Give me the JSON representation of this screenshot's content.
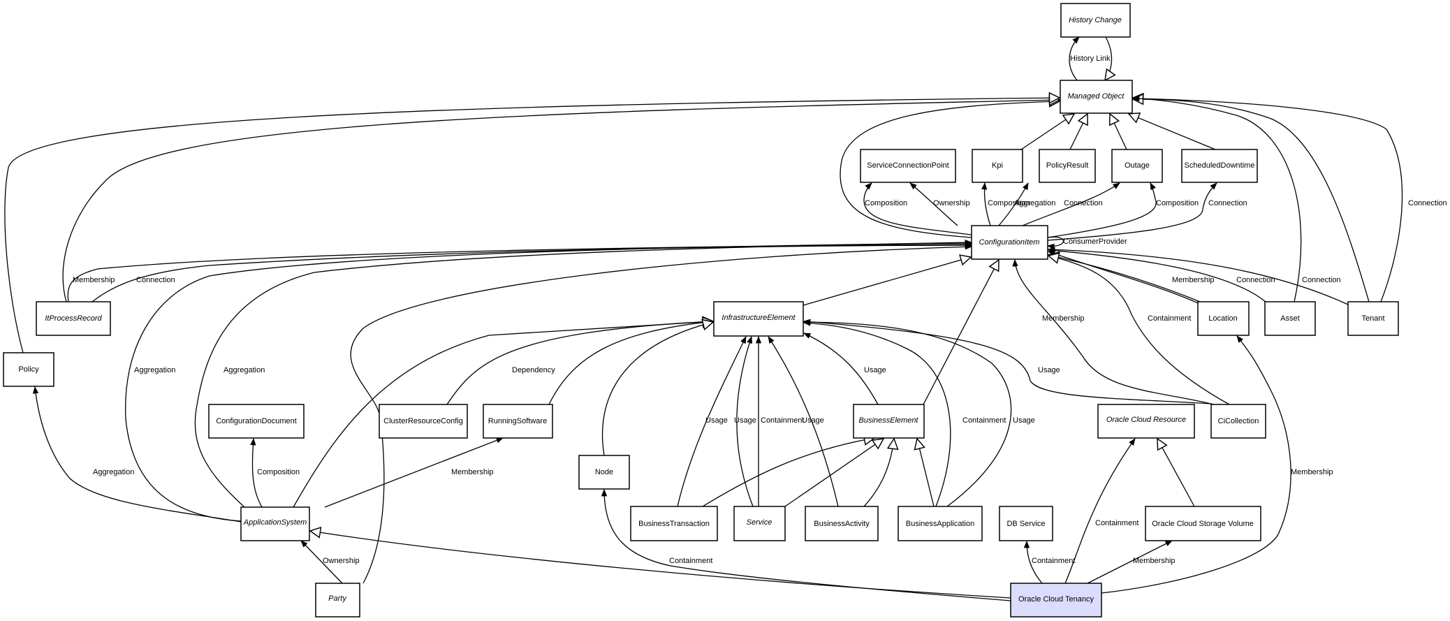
{
  "diagram": {
    "nodes": [
      {
        "id": "history_change",
        "label": "History Change",
        "abstract": true
      },
      {
        "id": "managed_object",
        "label": "Managed Object",
        "abstract": true
      },
      {
        "id": "service_connection_point",
        "label": "ServiceConnectionPoint",
        "abstract": false
      },
      {
        "id": "kpi",
        "label": "Kpi",
        "abstract": false
      },
      {
        "id": "policy_result",
        "label": "PolicyResult",
        "abstract": false
      },
      {
        "id": "outage",
        "label": "Outage",
        "abstract": false
      },
      {
        "id": "scheduled_downtime",
        "label": "ScheduledDowntime",
        "abstract": false
      },
      {
        "id": "configuration_item",
        "label": "ConfigurationItem",
        "abstract": true
      },
      {
        "id": "it_process_record",
        "label": "ItProcessRecord",
        "abstract": true
      },
      {
        "id": "infrastructure_element",
        "label": "InfrastructureElement",
        "abstract": true
      },
      {
        "id": "location",
        "label": "Location",
        "abstract": false
      },
      {
        "id": "asset",
        "label": "Asset",
        "abstract": false
      },
      {
        "id": "tenant",
        "label": "Tenant",
        "abstract": false
      },
      {
        "id": "policy",
        "label": "Policy",
        "abstract": false
      },
      {
        "id": "configuration_document",
        "label": "ConfigurationDocument",
        "abstract": false
      },
      {
        "id": "cluster_resource_config",
        "label": "ClusterResourceConfig",
        "abstract": false
      },
      {
        "id": "running_software",
        "label": "RunningSoftware",
        "abstract": false
      },
      {
        "id": "business_element",
        "label": "BusinessElement",
        "abstract": true
      },
      {
        "id": "oracle_cloud_resource",
        "label": "Oracle Cloud Resource",
        "abstract": true
      },
      {
        "id": "ci_collection",
        "label": "CiCollection",
        "abstract": false
      },
      {
        "id": "node",
        "label": "Node",
        "abstract": false
      },
      {
        "id": "application_system",
        "label": "ApplicationSystem",
        "abstract": true
      },
      {
        "id": "business_transaction",
        "label": "BusinessTransaction",
        "abstract": false
      },
      {
        "id": "service",
        "label": "Service",
        "abstract": true
      },
      {
        "id": "business_activity",
        "label": "BusinessActivity",
        "abstract": false
      },
      {
        "id": "business_application",
        "label": "BusinessApplication",
        "abstract": false
      },
      {
        "id": "db_service",
        "label": "DB Service",
        "abstract": false
      },
      {
        "id": "oracle_cloud_storage_volume",
        "label": "Oracle Cloud Storage Volume",
        "abstract": false
      },
      {
        "id": "party",
        "label": "Party",
        "abstract": true
      },
      {
        "id": "oracle_cloud_tenancy",
        "label": "Oracle Cloud Tenancy",
        "abstract": false,
        "highlighted": true
      }
    ],
    "edges": [
      {
        "from": "managed_object",
        "to": "history_change",
        "type": "association",
        "label": "History Link"
      },
      {
        "from": "history_change",
        "to": "managed_object",
        "type": "inheritance",
        "label": ""
      },
      {
        "from": "kpi",
        "to": "managed_object",
        "type": "inheritance",
        "label": ""
      },
      {
        "from": "policy_result",
        "to": "managed_object",
        "type": "inheritance",
        "label": ""
      },
      {
        "from": "outage",
        "to": "managed_object",
        "type": "inheritance",
        "label": ""
      },
      {
        "from": "scheduled_downtime",
        "to": "managed_object",
        "type": "inheritance",
        "label": ""
      },
      {
        "from": "configuration_item",
        "to": "managed_object",
        "type": "inheritance",
        "label": ""
      },
      {
        "from": "it_process_record",
        "to": "managed_object",
        "type": "inheritance",
        "label": ""
      },
      {
        "from": "policy",
        "to": "managed_object",
        "type": "inheritance",
        "label": ""
      },
      {
        "from": "asset",
        "to": "managed_object",
        "type": "inheritance",
        "label": ""
      },
      {
        "from": "tenant",
        "to": "managed_object",
        "type": "inheritance",
        "label": ""
      },
      {
        "from": "tenant",
        "to": "managed_object",
        "type": "association",
        "label": "Connection"
      },
      {
        "from": "configuration_item",
        "to": "service_connection_point",
        "type": "association",
        "label": "Composition"
      },
      {
        "from": "configuration_item",
        "to": "service_connection_point",
        "type": "association",
        "label": "Ownership"
      },
      {
        "from": "configuration_item",
        "to": "kpi",
        "type": "association",
        "label": "Composition"
      },
      {
        "from": "configuration_item",
        "to": "policy_result",
        "type": "association",
        "label": "Aggregation"
      },
      {
        "from": "configuration_item",
        "to": "outage",
        "type": "association",
        "label": "Connection"
      },
      {
        "from": "configuration_item",
        "to": "outage",
        "type": "association",
        "label": "Composition"
      },
      {
        "from": "configuration_item",
        "to": "scheduled_downtime",
        "type": "association",
        "label": "Connection"
      },
      {
        "from": "configuration_item",
        "to": "configuration_item",
        "type": "association",
        "label": "ConsumerProvider"
      },
      {
        "from": "it_process_record",
        "to": "configuration_item",
        "type": "association",
        "label": "Membership"
      },
      {
        "from": "it_process_record",
        "to": "configuration_item",
        "type": "association",
        "label": "Connection"
      },
      {
        "from": "location",
        "to": "configuration_item",
        "type": "association",
        "label": "Membership"
      },
      {
        "from": "asset",
        "to": "configuration_item",
        "type": "association",
        "label": "Connection"
      },
      {
        "from": "tenant",
        "to": "configuration_item",
        "type": "association",
        "label": "Connection"
      },
      {
        "from": "location",
        "to": "configuration_item",
        "type": "inheritance",
        "label": ""
      },
      {
        "from": "ci_collection",
        "to": "configuration_item",
        "type": "association",
        "label": "Membership"
      },
      {
        "from": "ci_collection",
        "to": "configuration_item",
        "type": "inheritance",
        "label": "Containment"
      },
      {
        "from": "infrastructure_element",
        "to": "configuration_item",
        "type": "inheritance",
        "label": ""
      },
      {
        "from": "business_element",
        "to": "configuration_item",
        "type": "inheritance",
        "label": ""
      },
      {
        "from": "application_system",
        "to": "configuration_item",
        "type": "association",
        "label": "Aggregation"
      },
      {
        "from": "application_system",
        "to": "configuration_item",
        "type": "association",
        "label": "Aggregation"
      },
      {
        "from": "party",
        "to": "configuration_item",
        "type": "association",
        "label": ""
      },
      {
        "from": "application_system",
        "to": "policy",
        "type": "association",
        "label": "Aggregation"
      },
      {
        "from": "application_system",
        "to": "configuration_document",
        "type": "association",
        "label": "Composition"
      },
      {
        "from": "application_system",
        "to": "running_software",
        "type": "association",
        "label": "Membership"
      },
      {
        "from": "application_system",
        "to": "infrastructure_element",
        "type": "inheritance",
        "label": ""
      },
      {
        "from": "cluster_resource_config",
        "to": "infrastructure_element",
        "type": "inheritance",
        "label": "Dependency"
      },
      {
        "from": "running_software",
        "to": "infrastructure_element",
        "type": "inheritance",
        "label": ""
      },
      {
        "from": "node",
        "to": "infrastructure_element",
        "type": "inheritance",
        "label": ""
      },
      {
        "from": "business_transaction",
        "to": "infrastructure_element",
        "type": "association",
        "label": "Usage"
      },
      {
        "from": "service",
        "to": "infrastructure_element",
        "type": "association",
        "label": "Usage"
      },
      {
        "from": "service",
        "to": "infrastructure_element",
        "type": "association",
        "label": "Containment"
      },
      {
        "from": "business_activity",
        "to": "infrastructure_element",
        "type": "association",
        "label": "Usage"
      },
      {
        "from": "business_element",
        "to": "infrastructure_element",
        "type": "association",
        "label": "Usage"
      },
      {
        "from": "business_application",
        "to": "infrastructure_element",
        "type": "association",
        "label": "Containment"
      },
      {
        "from": "business_application",
        "to": "infrastructure_element",
        "type": "association",
        "label": "Usage"
      },
      {
        "from": "ci_collection",
        "to": "infrastructure_element",
        "type": "association",
        "label": "Usage"
      },
      {
        "from": "business_transaction",
        "to": "business_element",
        "type": "inheritance",
        "label": ""
      },
      {
        "from": "service",
        "to": "business_element",
        "type": "inheritance",
        "label": ""
      },
      {
        "from": "business_activity",
        "to": "business_element",
        "type": "inheritance",
        "label": ""
      },
      {
        "from": "business_application",
        "to": "business_element",
        "type": "inheritance",
        "label": ""
      },
      {
        "from": "party",
        "to": "application_system",
        "type": "association",
        "label": "Ownership"
      },
      {
        "from": "oracle_cloud_tenancy",
        "to": "application_system",
        "type": "inheritance",
        "label": ""
      },
      {
        "from": "oracle_cloud_tenancy",
        "to": "node",
        "type": "association",
        "label": "Containment"
      },
      {
        "from": "oracle_cloud_tenancy",
        "to": "db_service",
        "type": "association",
        "label": "Containment"
      },
      {
        "from": "oracle_cloud_tenancy",
        "to": "oracle_cloud_resource",
        "type": "association",
        "label": "Containment"
      },
      {
        "from": "oracle_cloud_tenancy",
        "to": "oracle_cloud_storage_volume",
        "type": "association",
        "label": "Membership"
      },
      {
        "from": "oracle_cloud_tenancy",
        "to": "location",
        "type": "association",
        "label": "Membership"
      },
      {
        "from": "oracle_cloud_storage_volume",
        "to": "oracle_cloud_resource",
        "type": "inheritance",
        "label": ""
      }
    ]
  }
}
